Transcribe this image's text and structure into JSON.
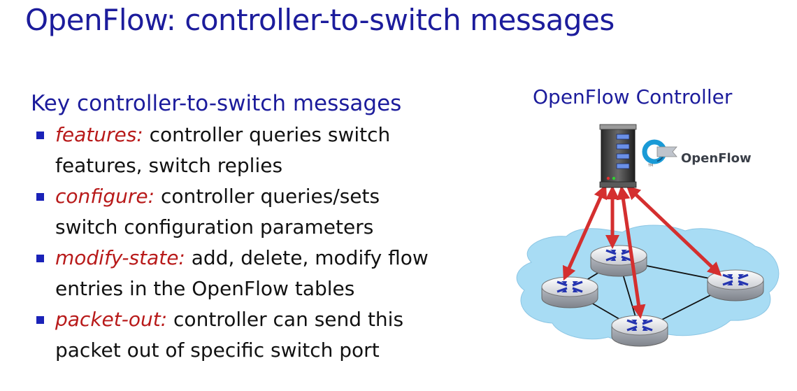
{
  "title": "OpenFlow: controller-to-switch messages",
  "subheading": "Key controller-to-switch messages",
  "bullets": [
    {
      "term": "features:",
      "rest": " controller queries switch",
      "line2": "features, switch replies"
    },
    {
      "term": "configure:",
      "rest": " controller queries/sets",
      "line2": "switch configuration parameters"
    },
    {
      "term": "modify-state:",
      "rest": " add, delete, modify flow",
      "line2": "entries in the OpenFlow tables"
    },
    {
      "term": "packet-out:",
      "rest": " controller can send this",
      "line2": "packet out of specific switch port"
    }
  ],
  "diagram": {
    "controller_label": "OpenFlow Controller",
    "logo_text": "OpenFlow",
    "logo_tm": "TM"
  },
  "colors": {
    "title": "#1c1c9c",
    "term": "#b81a1a",
    "bullet_marker": "#1a22b8",
    "arrow": "#d42f2f",
    "network_cloud": "#a8dcf4"
  },
  "icons": [
    "server-icon",
    "openflow-logo-icon",
    "router-icon",
    "network-cloud-icon"
  ]
}
